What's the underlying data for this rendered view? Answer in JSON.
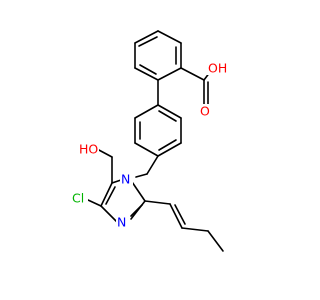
{
  "molecule": {
    "atoms": {
      "carboxyl_oh": {
        "text": "OH",
        "color": "#ff0000"
      },
      "carboxyl_o": {
        "text": "O",
        "color": "#ff0000"
      },
      "hydroxyl_ho": {
        "text": "HO",
        "color": "#ff0000"
      },
      "ring_n1": {
        "text": "N",
        "color": "#0000ff"
      },
      "ring_n3": {
        "text": "N",
        "color": "#0000ff"
      },
      "chlorine": {
        "text": "Cl",
        "color": "#00b400"
      }
    },
    "bond_color": "#000000"
  }
}
